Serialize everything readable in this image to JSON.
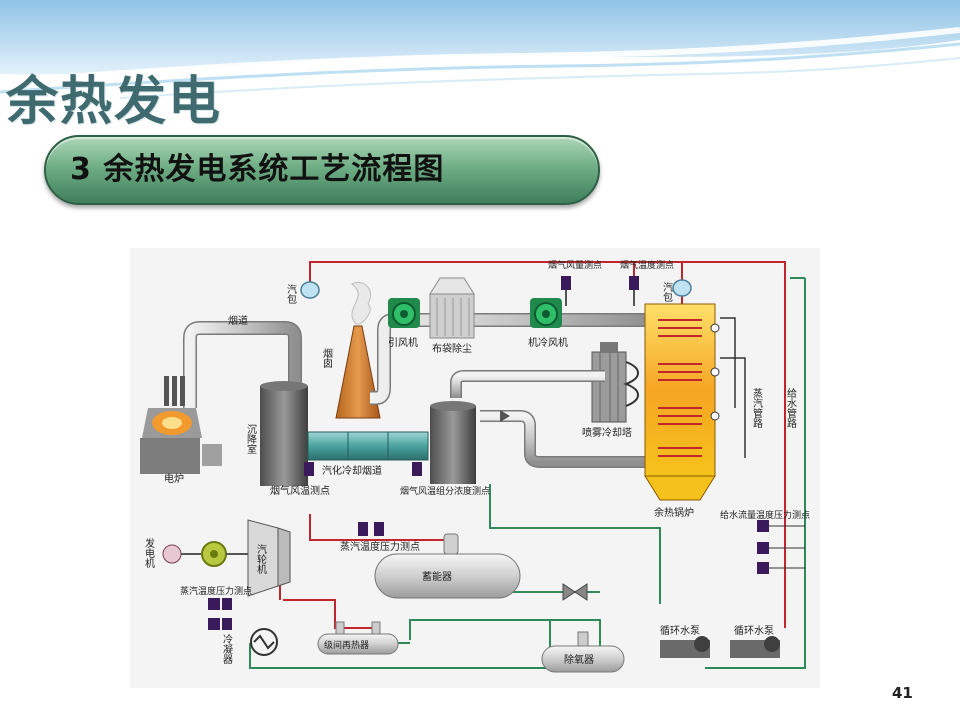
{
  "header": {
    "title": "余热发电",
    "subtitle": "3 余热发电系统工艺流程图"
  },
  "page_number": "41",
  "colors": {
    "steam_line": "#c0262c",
    "water_line": "#2e8b57",
    "pipe_grey": "#c8c8c8",
    "boiler_yellow": "#f5c21b",
    "boiler_orange": "#f08a24",
    "duct_teal": "#4aa3a0",
    "subtitle_green": "#6fae85"
  },
  "diagram": {
    "labels": {
      "left_drum": "汽包",
      "flue_pipe": "烟道",
      "chimney": "烟囱",
      "induced_fan": "引风机",
      "bag_filter": "布袋除尘",
      "cooling_fan": "机冷风机",
      "flue_meter_top": "烟气风量测点",
      "flue_temp_top": "烟气温度测点",
      "right_drum": "汽包",
      "electric_furnace": "电炉",
      "settling_chamber": "沉降室",
      "spray_tower": "喷雾冷却塔",
      "steam_pipe": "蒸汽管路",
      "feed_pipe": "给水管路",
      "cooling_flue": "汽化冷却烟道",
      "flue_temp_point": "烟气风温测点",
      "flue_comp_point": "烟气风温组分浓度测点",
      "waste_boiler": "余热锅炉",
      "generator": "发电机",
      "turbine": "汽轮机",
      "steam_tp_point": "蒸汽温度压力测点",
      "accumulator": "蓄能器",
      "feed_meter": "给水流量温度压力测点",
      "steam_tp_left": "蒸汽温度压力测点",
      "condenser": "冷凝器",
      "interstage_heater": "级间再热器",
      "deaerator": "除氧器",
      "pump_1": "循环水泵",
      "pump_2": "循环水泵"
    }
  }
}
